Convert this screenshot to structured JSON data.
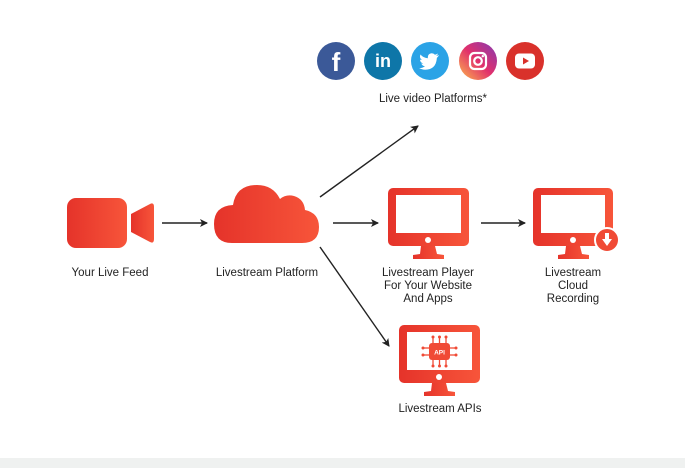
{
  "colors": {
    "accent_start": "#e5332a",
    "accent_end": "#f7553a",
    "arrow": "#222222",
    "footer": "#eff1f0",
    "facebook": "#3b5998",
    "linkedin": "#0e76a8",
    "twitter": "#2ba3e6",
    "youtube": "#d9312b"
  },
  "social": {
    "icons": [
      {
        "name": "facebook-icon",
        "glyph": "f"
      },
      {
        "name": "linkedin-icon",
        "glyph": "in"
      },
      {
        "name": "twitter-icon",
        "glyph": ""
      },
      {
        "name": "instagram-icon",
        "glyph": ""
      },
      {
        "name": "youtube-icon",
        "glyph": ""
      }
    ],
    "label": "Live video Platforms*"
  },
  "nodes": {
    "live_feed": {
      "label": "Your Live Feed",
      "icon": "video-camera-icon"
    },
    "platform": {
      "label": "Livestream Platform",
      "icon": "cloud-icon"
    },
    "player": {
      "label_lines": [
        "Livestream Player",
        "For Your Website",
        "And Apps"
      ],
      "icon": "monitor-icon"
    },
    "recording": {
      "label_lines": [
        "Livestream",
        "Cloud",
        "Recording"
      ],
      "icon": "monitor-download-icon"
    },
    "apis": {
      "label": "Livestream APIs",
      "icon": "monitor-api-icon",
      "chip_text": "API"
    }
  }
}
